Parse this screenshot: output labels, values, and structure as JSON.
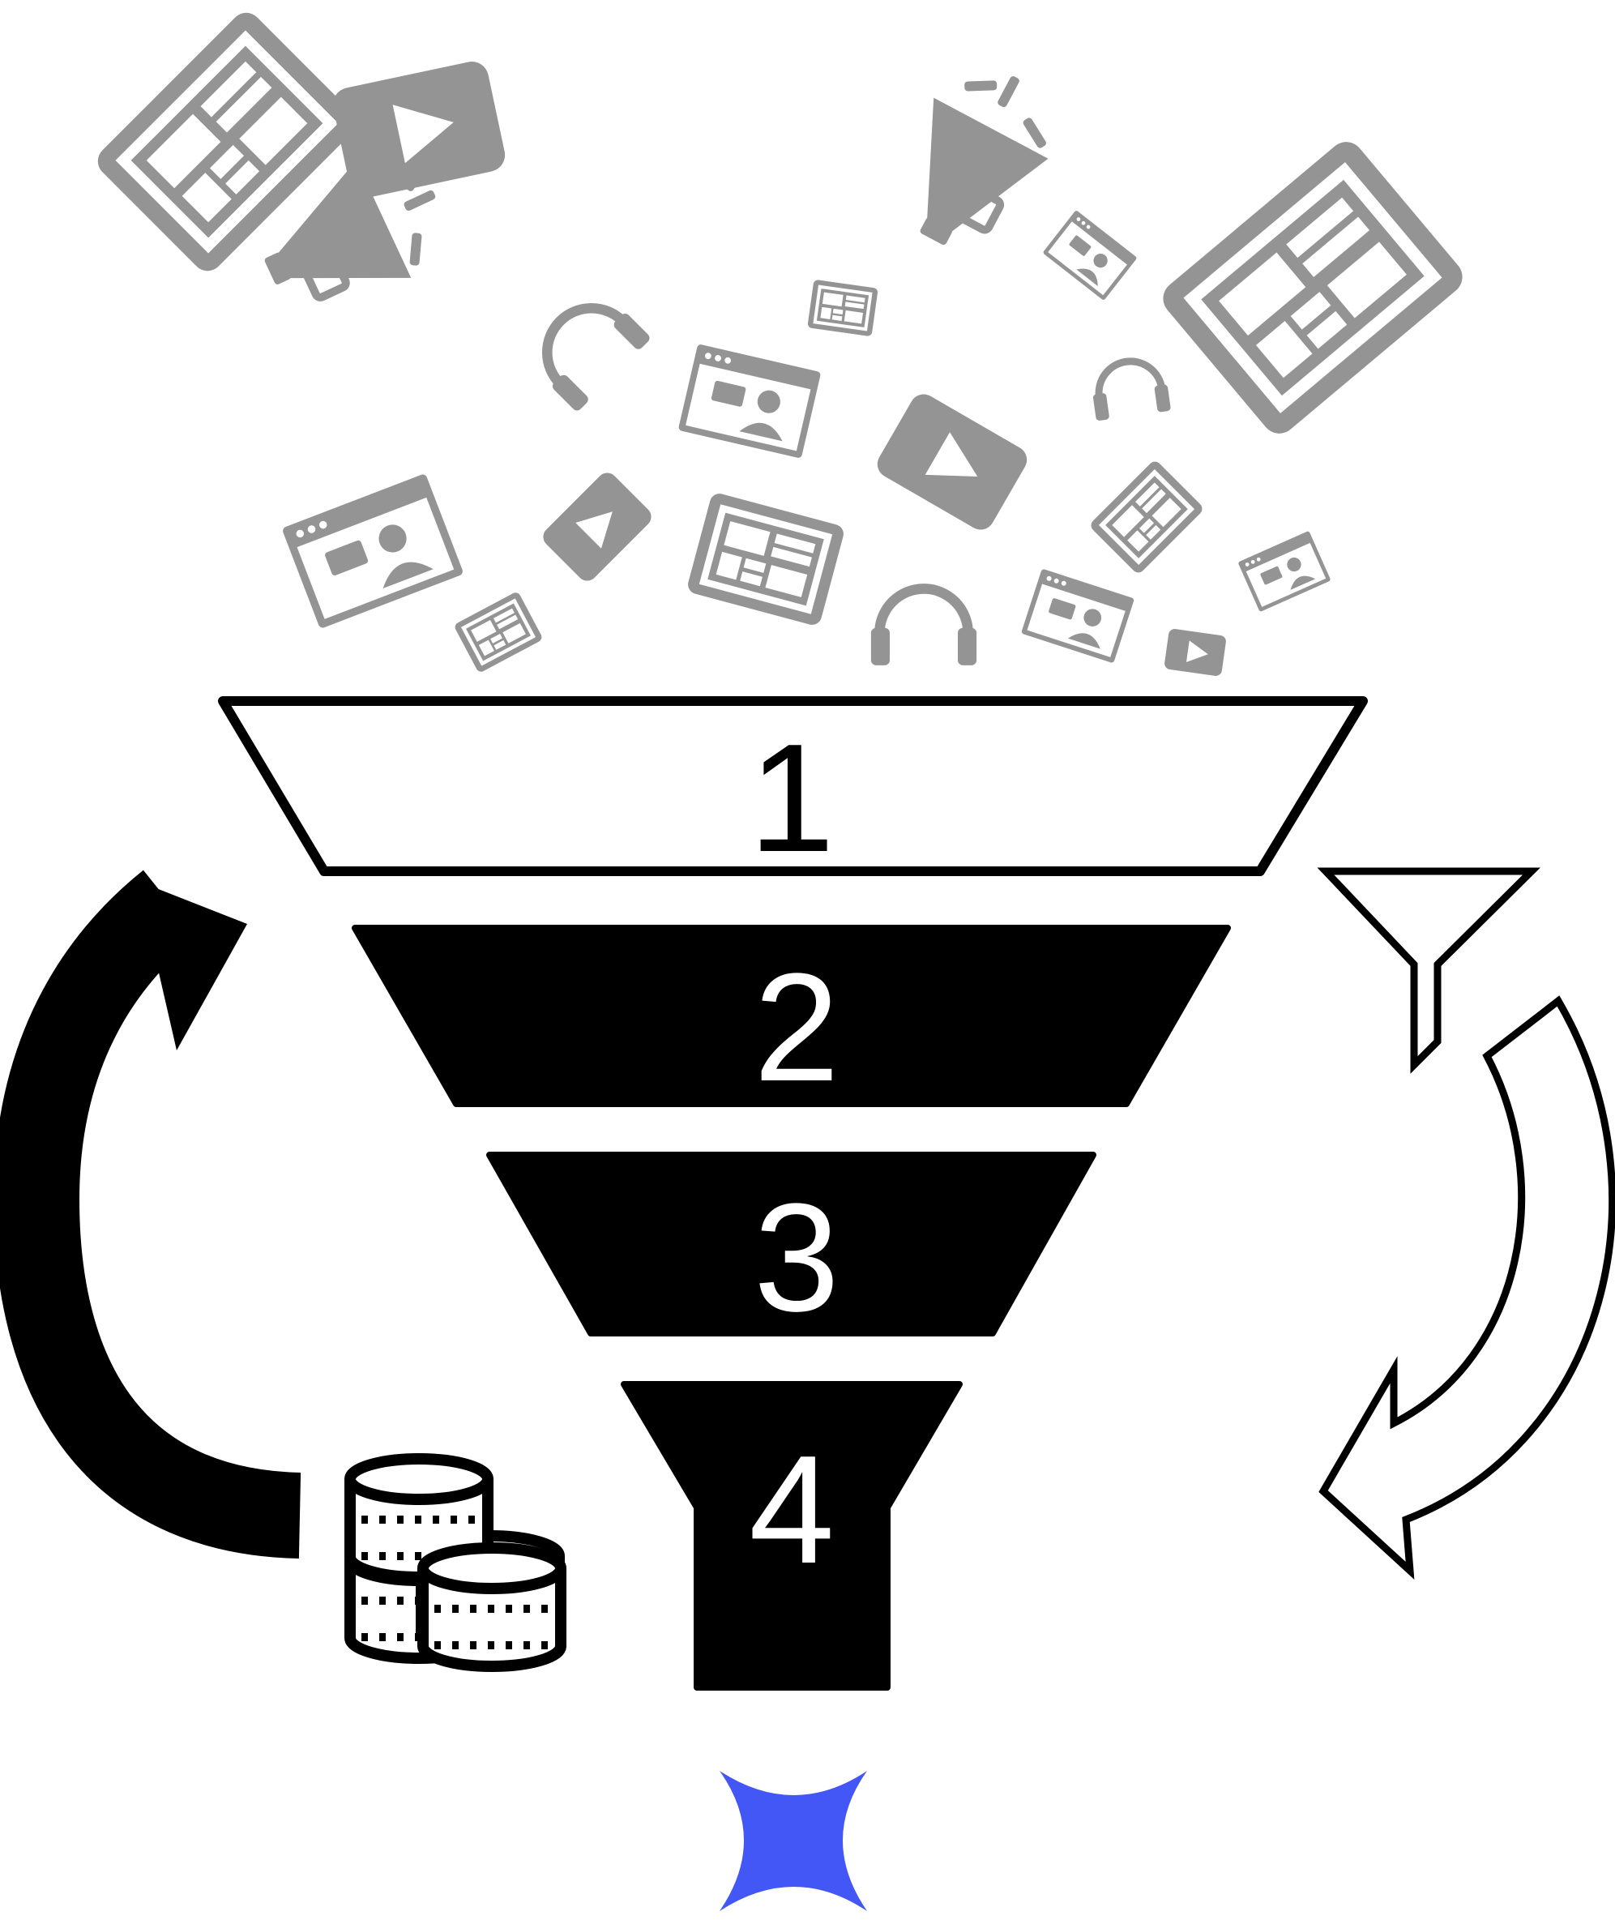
{
  "funnel": {
    "stages": [
      {
        "label": "1"
      },
      {
        "label": "2"
      },
      {
        "label": "3"
      },
      {
        "label": "4"
      }
    ]
  },
  "icons": {
    "content": [
      "newspaper-icon",
      "video-play-icon",
      "megaphone-icon",
      "headphones-icon",
      "video-chat-icon"
    ],
    "cycle": [
      "curved-arrow-up-icon",
      "curved-arrow-down-icon",
      "filter-icon",
      "coins-icon",
      "star-logo-icon"
    ]
  },
  "colors": {
    "content_icons": "#949494",
    "funnel_dark": "#000000",
    "funnel_light": "#ffffff",
    "logo": "#4257f5"
  }
}
